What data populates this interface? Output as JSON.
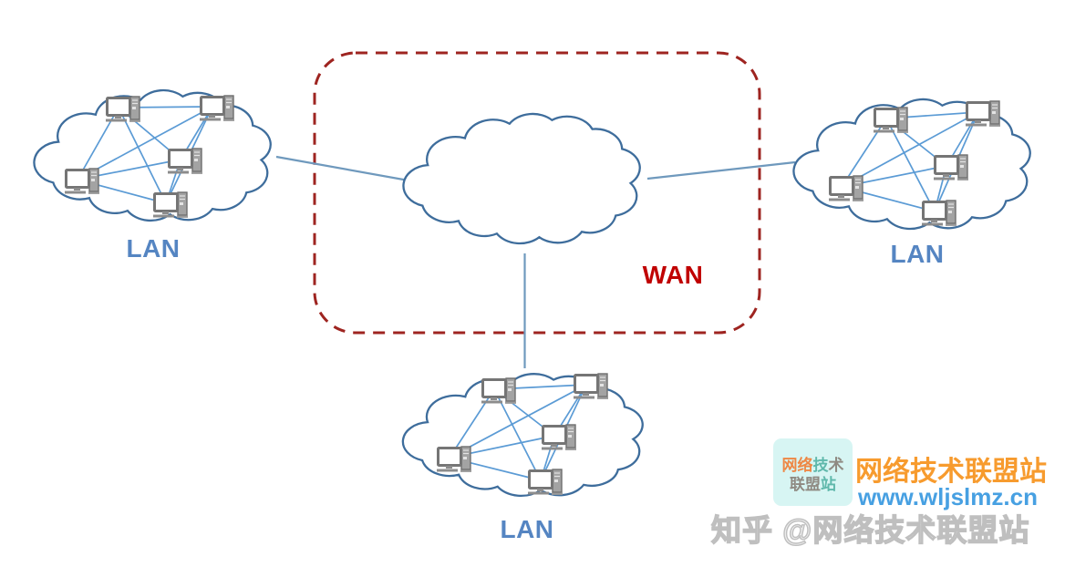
{
  "diagram": {
    "wan": {
      "label": "WAN"
    },
    "lan_left": {
      "label": "LAN",
      "computers": 5
    },
    "lan_right": {
      "label": "LAN",
      "computers": 5
    },
    "lan_bottom": {
      "label": "LAN",
      "computers": 5
    },
    "links": [
      "lan_left-wan",
      "wan-lan_right",
      "wan-lan_bottom"
    ],
    "colors": {
      "cloud_outline": "#3e6d9c",
      "mesh_line": "#5b9bd5",
      "wan_link": "#6f99bd",
      "wan_box_border": "#9e2420",
      "wan_label": "#c00000",
      "lan_label": "#5585c2"
    }
  },
  "watermark": {
    "logo": {
      "seg_wangluo": "网络",
      "seg_jishu": "技",
      "seg_shu": "术",
      "seg_lianmeng": "联盟",
      "seg_zhan": "站"
    },
    "site_name": "网络技术联盟站",
    "site_url": "www.wljslmz.cn",
    "zhihu_credit": "知乎 @网络技术联盟站"
  }
}
